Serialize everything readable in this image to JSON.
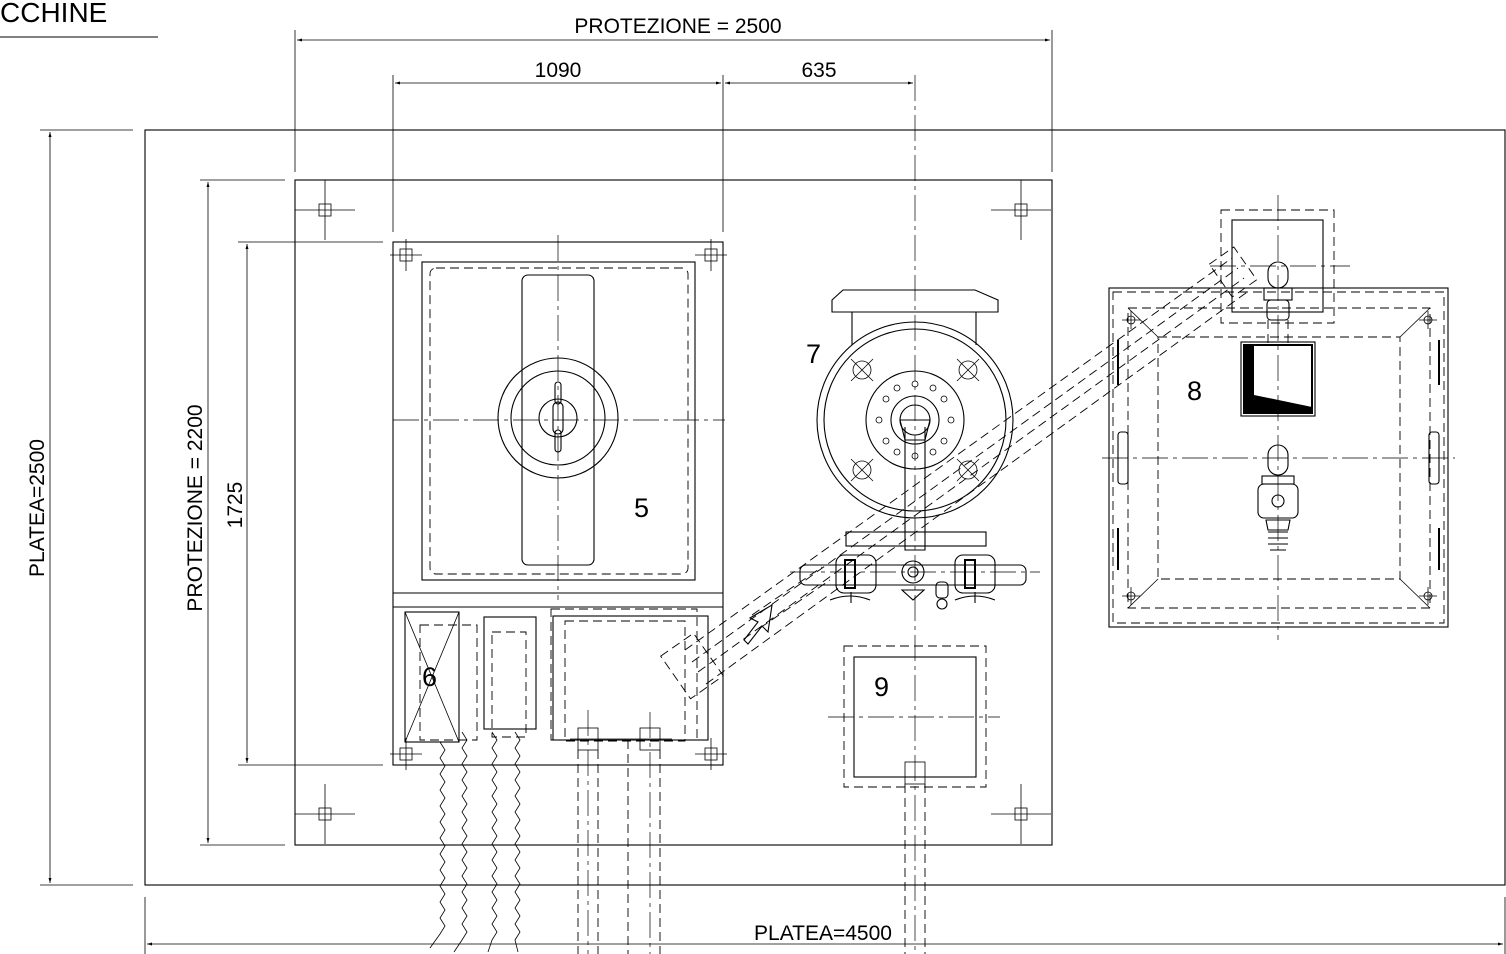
{
  "title_fragment": "CCHINE",
  "dimensions": {
    "protection_width": "PROTEZIONE = 2500",
    "protection_height": "PROTEZIONE = 2200",
    "slab_width": "PLATEA=4500",
    "slab_height": "PLATEA=2500",
    "dim_1090": "1090",
    "dim_635": "635",
    "dim_1725": "1725"
  },
  "labels": {
    "item5": "5",
    "item6": "6",
    "item7": "7",
    "item8": "8",
    "item9": "9"
  }
}
